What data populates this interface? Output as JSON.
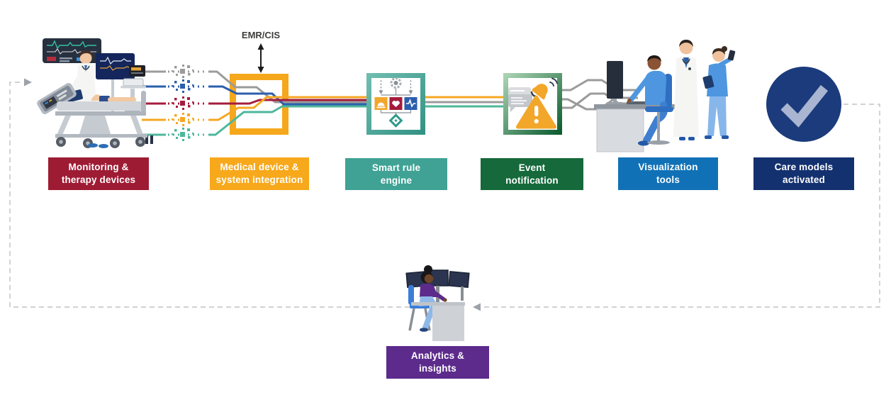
{
  "diagram": {
    "emr_cis": {
      "label": "EMR/CIS"
    },
    "stages": [
      {
        "id": "monitoring-therapy-devices",
        "label": "Monitoring &\ntherapy devices",
        "color": "#9E1B34"
      },
      {
        "id": "medical-device-system-integration",
        "label": "Medical device &\nsystem integration",
        "color": "#F7A81B"
      },
      {
        "id": "smart-rule-engine",
        "label": "Smart rule\nengine",
        "color": "#3FA294"
      },
      {
        "id": "event-notification",
        "label": "Event\nnotification",
        "color": "#15693B"
      },
      {
        "id": "visualization-tools",
        "label": "Visualization\ntools",
        "color": "#1171B6"
      },
      {
        "id": "care-models-activated",
        "label": "Care models\nactivated",
        "color": "#14316F"
      },
      {
        "id": "analytics-insights",
        "label": "Analytics &\ninsights",
        "color": "#5C2B8C"
      }
    ],
    "flow": {
      "device_stream_colors": [
        "#9B9B9B",
        "#2B5FAC",
        "#A41C3C",
        "#F6A723",
        "#4DB79B"
      ],
      "integration_output_colors": [
        "#F6A723",
        "#A41C3C",
        "#9B9B9B",
        "#2B5FAC",
        "#4DB79B"
      ],
      "rule_engine_output_colors": [
        "#F6A723",
        "#9B9B9B",
        "#4DB79B"
      ],
      "notification_output_color": "#9B9B9B",
      "feedback_loop": {
        "style": "dashed",
        "color": "#C2C2C2"
      }
    },
    "icons": {
      "integration_box_color": "#F5A81C",
      "care_check": {
        "circle": "#1B3B7C",
        "check": "#A9B5D1"
      },
      "rule_engine_glyphs": [
        "gear",
        "down-arrows",
        "alarm-dome",
        "heart",
        "pulse-wave",
        "decision-diamond"
      ],
      "notification_glyphs": [
        "speech-bubbles",
        "phone-signal",
        "alert-bell",
        "warning-triangle"
      ]
    }
  }
}
